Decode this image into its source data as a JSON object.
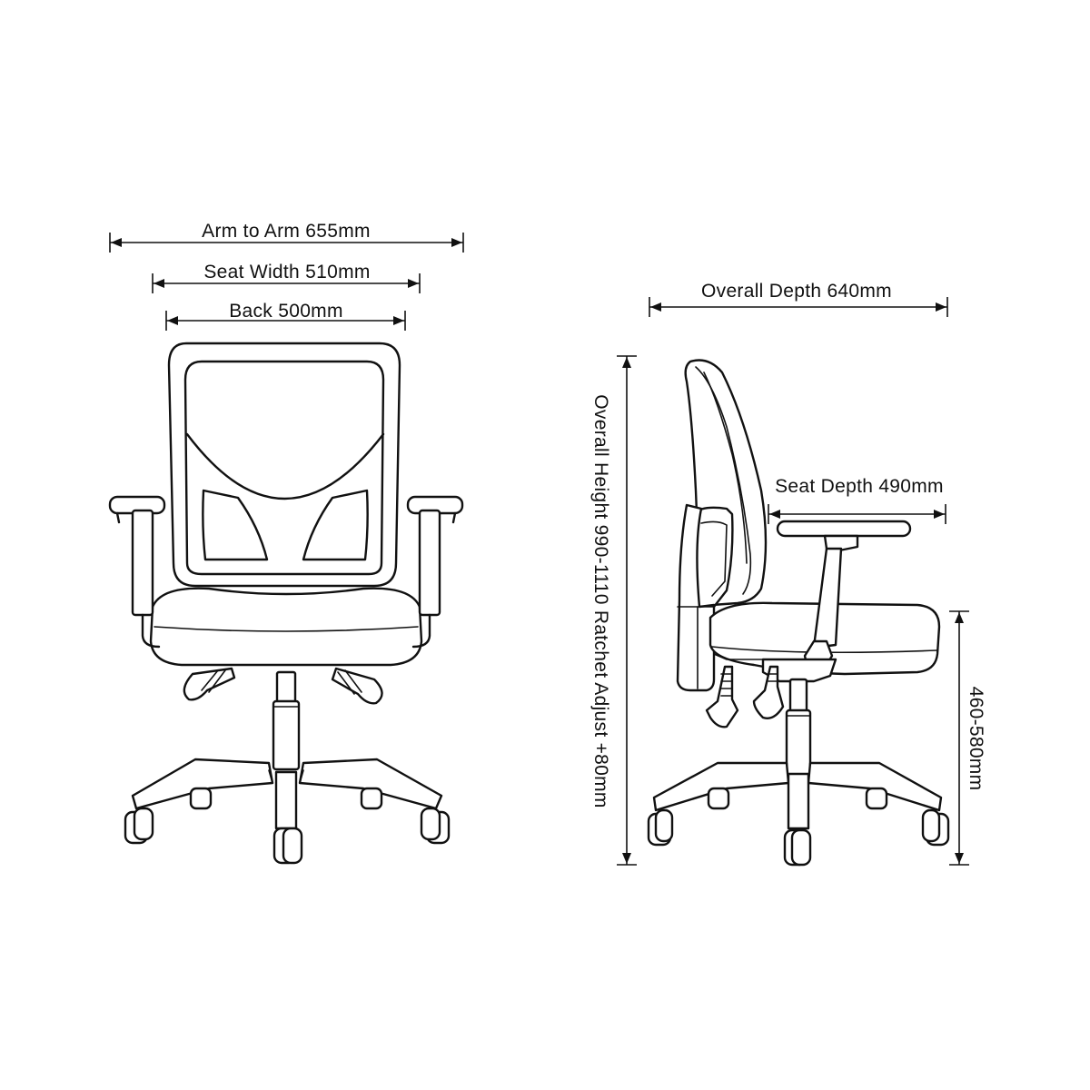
{
  "front_view": {
    "arm_to_arm": "Arm to Arm 655mm",
    "seat_width": "Seat Width 510mm",
    "back": "Back 500mm"
  },
  "side_view": {
    "overall_depth": "Overall Depth 640mm",
    "overall_height": "Overall Height 990-1110 Ratchet Adjust +80mm",
    "seat_depth": "Seat Depth 490mm",
    "seat_height": "460-580mm"
  }
}
